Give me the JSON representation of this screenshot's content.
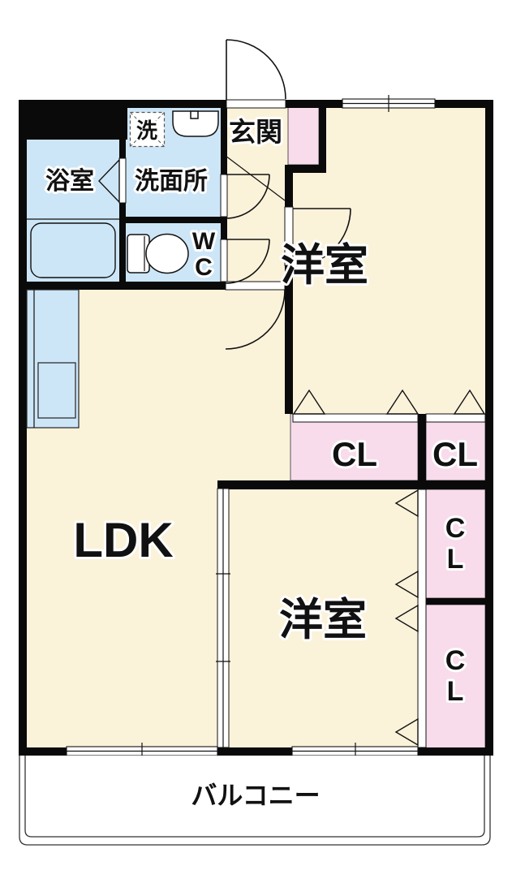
{
  "rooms": {
    "entrance": {
      "label": "玄関"
    },
    "bathroom": {
      "label": "浴室"
    },
    "laundry": {
      "label": "洗"
    },
    "toilet": {
      "line1": "W",
      "line2": "C"
    },
    "washroom": {
      "label": "洗面所"
    },
    "bedroom_top": {
      "label": "洋室"
    },
    "bedroom_bottom": {
      "label": "洋室"
    },
    "ldk": {
      "label": "LDK"
    },
    "closet_top_wide": {
      "label": "CL"
    },
    "closet_top_narrow": {
      "label": "CL"
    },
    "closet_right_upper": {
      "line1": "C",
      "line2": "L"
    },
    "closet_right_lower": {
      "line1": "C",
      "line2": "L"
    },
    "balcony": {
      "label": "バルコニー"
    }
  },
  "colors": {
    "room_floor": "#FBF2DA",
    "wet_area": "#CDE6F7",
    "closet": "#F8DCEC",
    "wall": "#0A0A0A",
    "balcony_fill": "#FFFFFF"
  }
}
